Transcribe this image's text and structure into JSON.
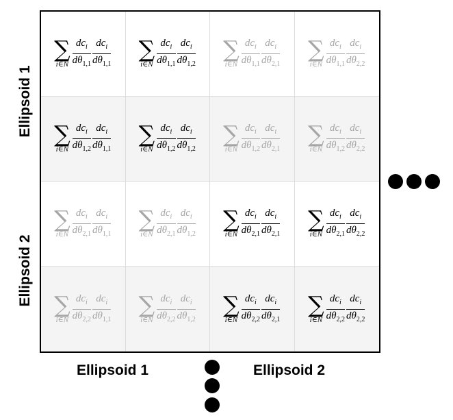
{
  "labels": {
    "bottom": [
      "Ellipsoid 1",
      "Ellipsoid 2"
    ],
    "left": [
      "Ellipsoid 1",
      "Ellipsoid 2"
    ]
  },
  "matrix": {
    "sum_symbol": "∑",
    "sum_subscript": "i∈N",
    "numerator": "dc",
    "numerator_sub": "i",
    "denominator_prefix": "dθ",
    "cells": [
      [
        {
          "a": "1,1",
          "b": "1,1",
          "emph": true
        },
        {
          "a": "1,1",
          "b": "1,2",
          "emph": true
        },
        {
          "a": "1,1",
          "b": "2,1",
          "emph": false
        },
        {
          "a": "1,1",
          "b": "2,2",
          "emph": false
        }
      ],
      [
        {
          "a": "1,2",
          "b": "1,1",
          "emph": true
        },
        {
          "a": "1,2",
          "b": "1,2",
          "emph": true
        },
        {
          "a": "1,2",
          "b": "2,1",
          "emph": false
        },
        {
          "a": "1,2",
          "b": "2,2",
          "emph": false
        }
      ],
      [
        {
          "a": "2,1",
          "b": "1,1",
          "emph": false
        },
        {
          "a": "2,1",
          "b": "1,2",
          "emph": false
        },
        {
          "a": "2,1",
          "b": "2,1",
          "emph": true
        },
        {
          "a": "2,1",
          "b": "2,2",
          "emph": true
        }
      ],
      [
        {
          "a": "2,2",
          "b": "1,1",
          "emph": false
        },
        {
          "a": "2,2",
          "b": "1,2",
          "emph": false
        },
        {
          "a": "2,2",
          "b": "2,1",
          "emph": true
        },
        {
          "a": "2,2",
          "b": "2,2",
          "emph": true
        }
      ]
    ]
  },
  "colors": {
    "emphasized": "#000000",
    "dimmed": "#a6a6a6",
    "shade": "#f4f4f4"
  },
  "ellipsis": {
    "right_dots": 3,
    "bottom_dots": 3
  }
}
